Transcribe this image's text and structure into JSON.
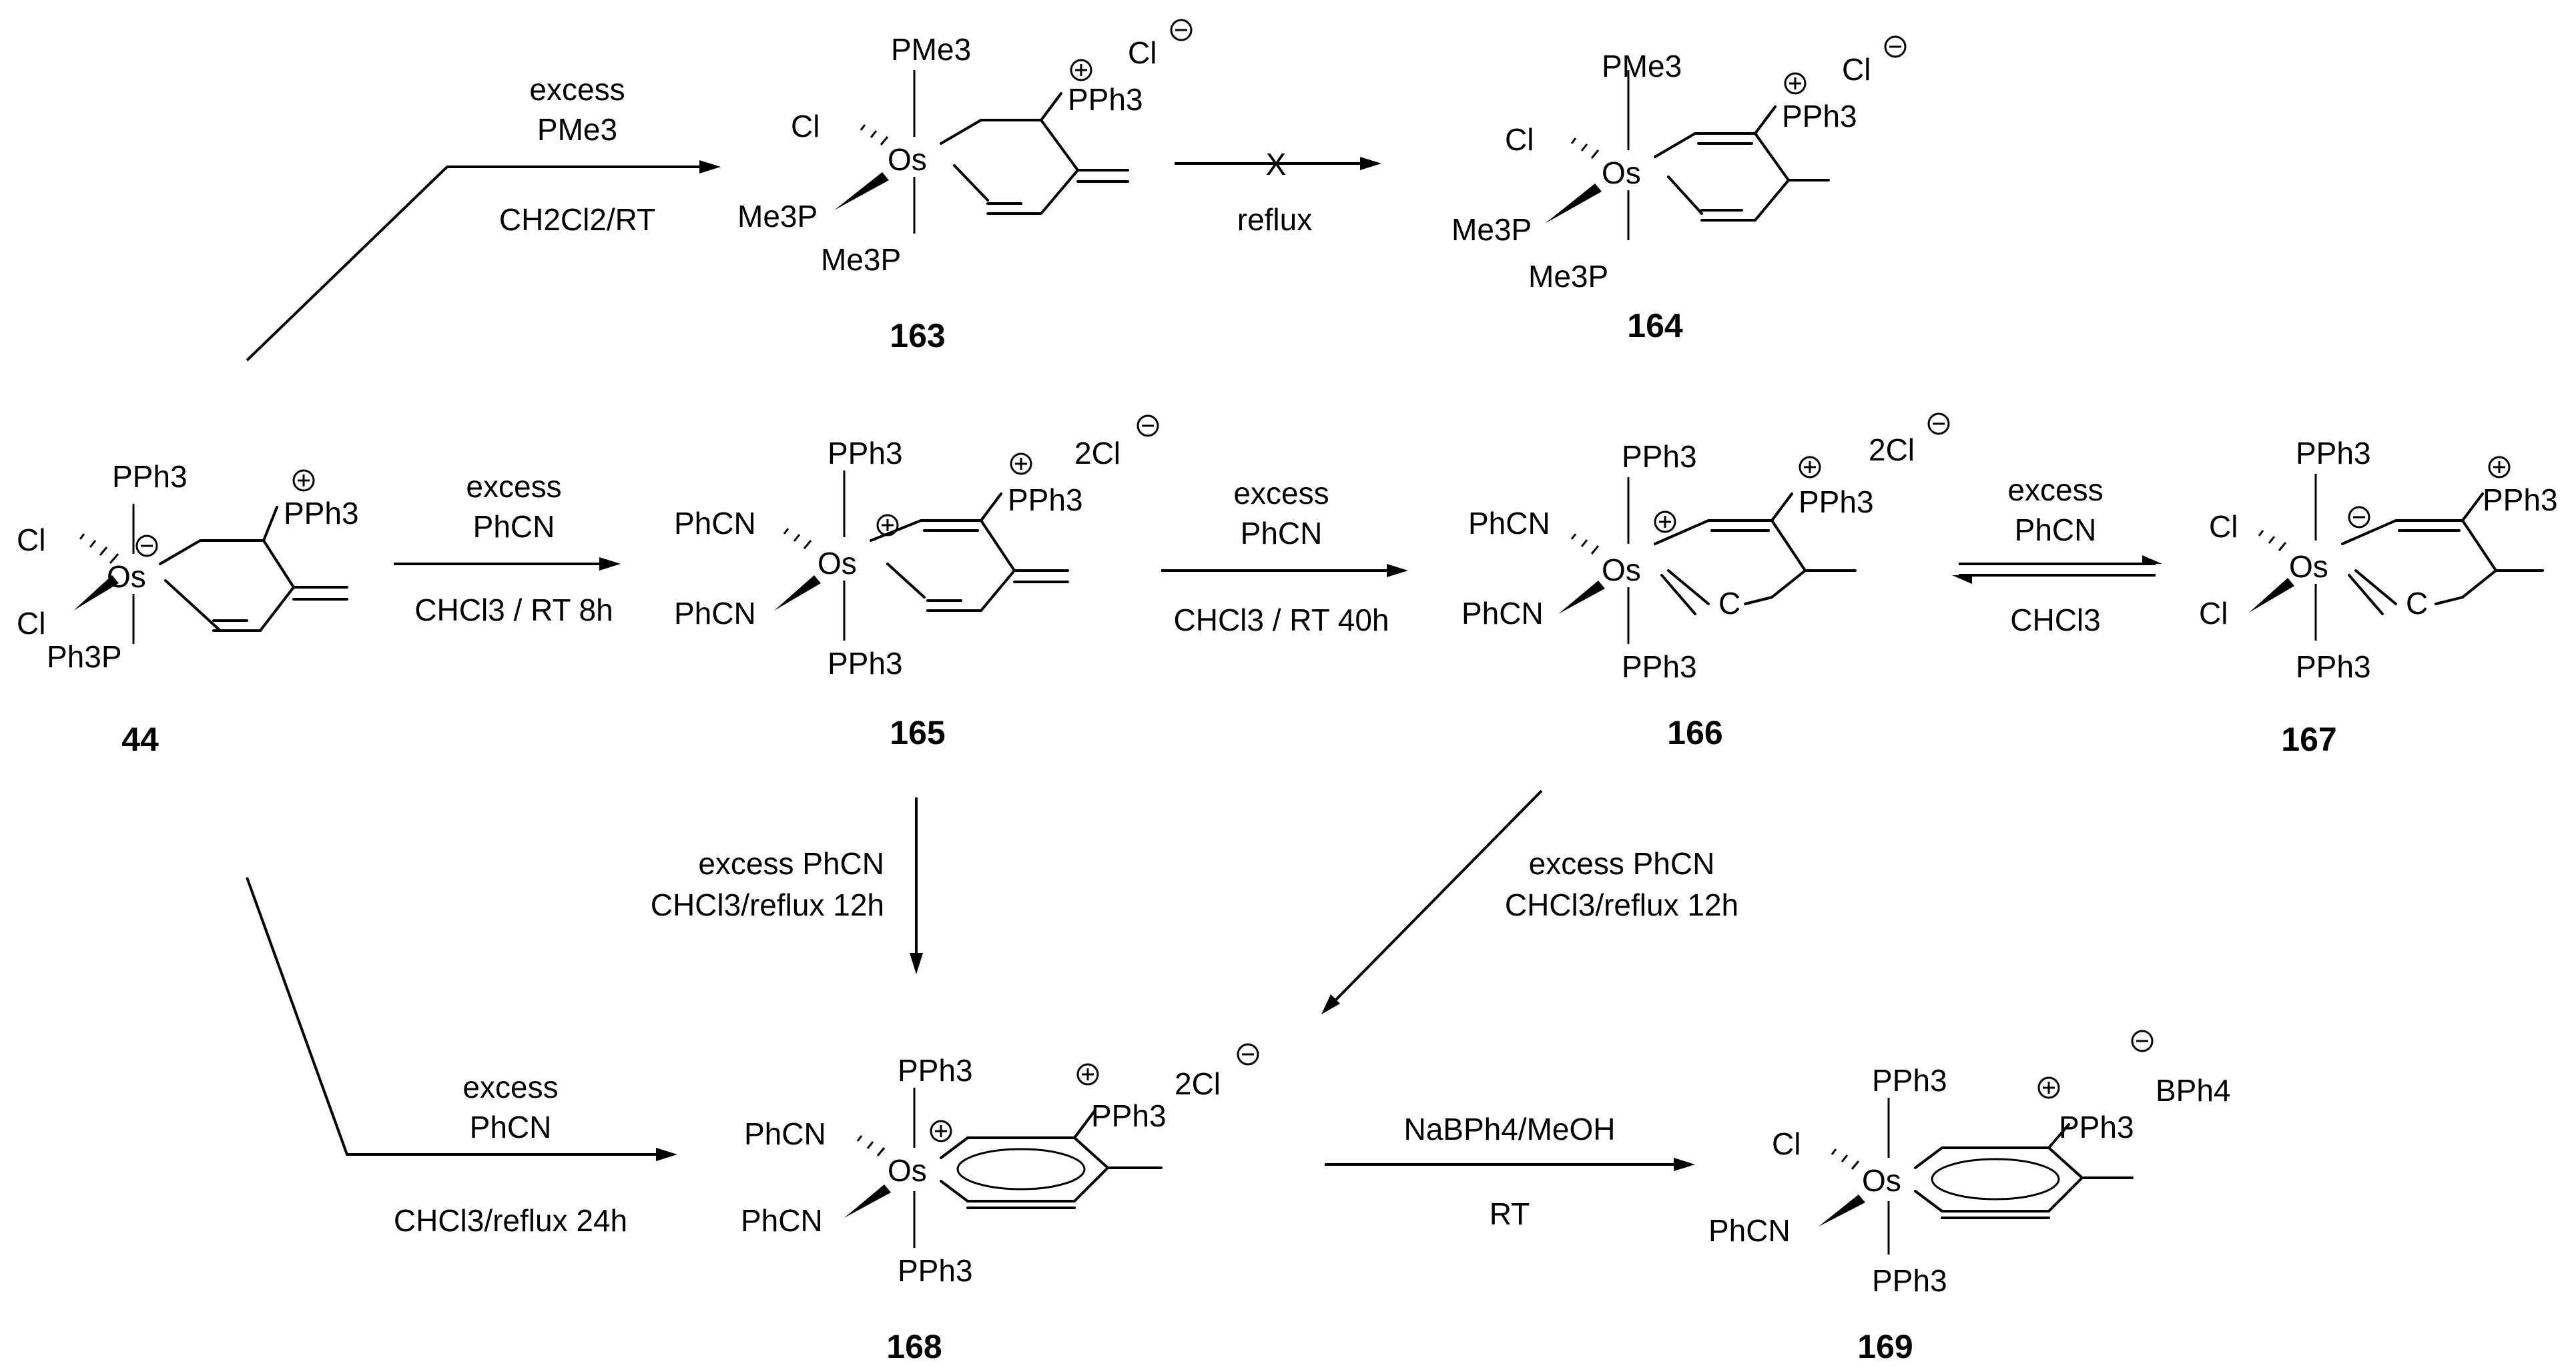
{
  "compounds": {
    "c44": {
      "label": "44",
      "os": "Os",
      "pph3": "PPh3",
      "cl": "Cl",
      "ph3p": "Ph3P"
    },
    "c163": {
      "label": "163",
      "os": "Os",
      "pme3": "PMe3",
      "me3p": "Me3P",
      "cl": "Cl",
      "pph3": "PPh3",
      "cl_anion": "Cl"
    },
    "c164": {
      "label": "164",
      "os": "Os",
      "pme3": "PMe3",
      "me3p": "Me3P",
      "cl": "Cl",
      "pph3": "PPh3",
      "cl_anion": "Cl"
    },
    "c165": {
      "label": "165",
      "os": "Os",
      "pph3": "PPh3",
      "phcn": "PhCN",
      "anion": "2Cl"
    },
    "c166": {
      "label": "166",
      "os": "Os",
      "pph3": "PPh3",
      "phcn": "PhCN",
      "anion": "2Cl",
      "c": "C"
    },
    "c167": {
      "label": "167",
      "os": "Os",
      "pph3": "PPh3",
      "cl": "Cl",
      "c": "C"
    },
    "c168": {
      "label": "168",
      "os": "Os",
      "pph3": "PPh3",
      "phcn": "PhCN",
      "anion": "2Cl"
    },
    "c169": {
      "label": "169",
      "os": "Os",
      "pph3": "PPh3",
      "phcn": "PhCN",
      "cl": "Cl",
      "anion": "BPh4"
    }
  },
  "conditions": {
    "to163": {
      "line1": "excess",
      "line2": "PMe3",
      "line3": "CH2Cl2/RT"
    },
    "to164": {
      "blocked": "X",
      "line1": "reflux"
    },
    "to165": {
      "line1": "excess",
      "line2": "PhCN",
      "line3": "CHCl3 / RT 8h"
    },
    "to166": {
      "line1": "excess",
      "line2": "PhCN",
      "line3": "CHCl3 / RT 40h"
    },
    "eq167": {
      "line1": "excess",
      "line2": "PhCN",
      "line3": "CHCl3"
    },
    "165to168": {
      "line1": "excess PhCN",
      "line2": "CHCl3/reflux 12h"
    },
    "166to168": {
      "line1": "excess PhCN",
      "line2": "CHCl3/reflux 12h"
    },
    "44to168": {
      "line1": "excess",
      "line2": "PhCN",
      "line3": "CHCl3/reflux 24h"
    },
    "to169": {
      "line1": "NaBPh4/MeOH",
      "line2": "RT"
    }
  }
}
